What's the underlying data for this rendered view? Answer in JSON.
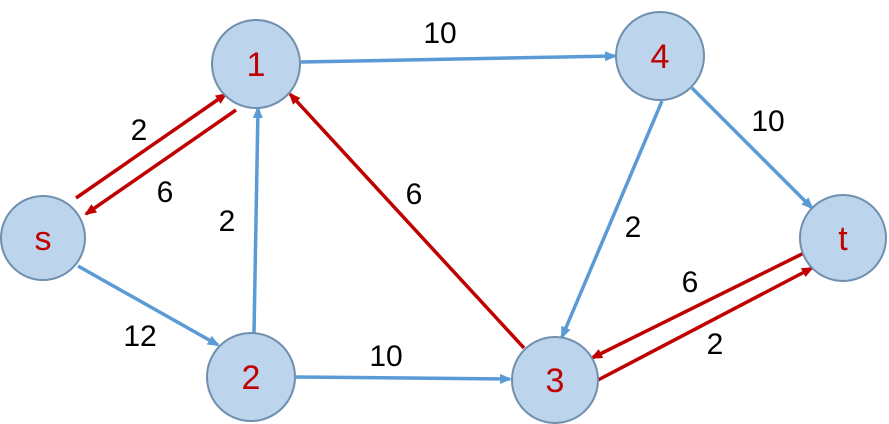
{
  "colors": {
    "node_fill": "#bcd4ec",
    "node_label": "#c00000",
    "blue_edge": "#5b9bd5",
    "red_edge": "#c00000",
    "edge_label": "#000000"
  },
  "nodes": [
    {
      "id": "s",
      "label": "s"
    },
    {
      "id": "1",
      "label": "1"
    },
    {
      "id": "2",
      "label": "2"
    },
    {
      "id": "3",
      "label": "3"
    },
    {
      "id": "4",
      "label": "4"
    },
    {
      "id": "t",
      "label": "t"
    }
  ],
  "edges": [
    {
      "from": "1",
      "to": "4",
      "label": "10",
      "color": "blue"
    },
    {
      "from": "4",
      "to": "t",
      "label": "10",
      "color": "blue"
    },
    {
      "from": "4",
      "to": "3",
      "label": "2",
      "color": "blue"
    },
    {
      "from": "2",
      "to": "1",
      "label": "2",
      "color": "blue"
    },
    {
      "from": "s",
      "to": "2",
      "label": "12",
      "color": "blue"
    },
    {
      "from": "2",
      "to": "3",
      "label": "10",
      "color": "blue"
    },
    {
      "from": "3",
      "to": "1",
      "label": "6",
      "color": "red"
    },
    {
      "from": "s",
      "to": "1",
      "label": "2",
      "color": "red"
    },
    {
      "from": "1",
      "to": "s",
      "label": "6",
      "color": "red"
    },
    {
      "from": "3",
      "to": "t",
      "label": "2",
      "color": "red"
    },
    {
      "from": "t",
      "to": "3",
      "label": "6",
      "color": "red"
    }
  ]
}
